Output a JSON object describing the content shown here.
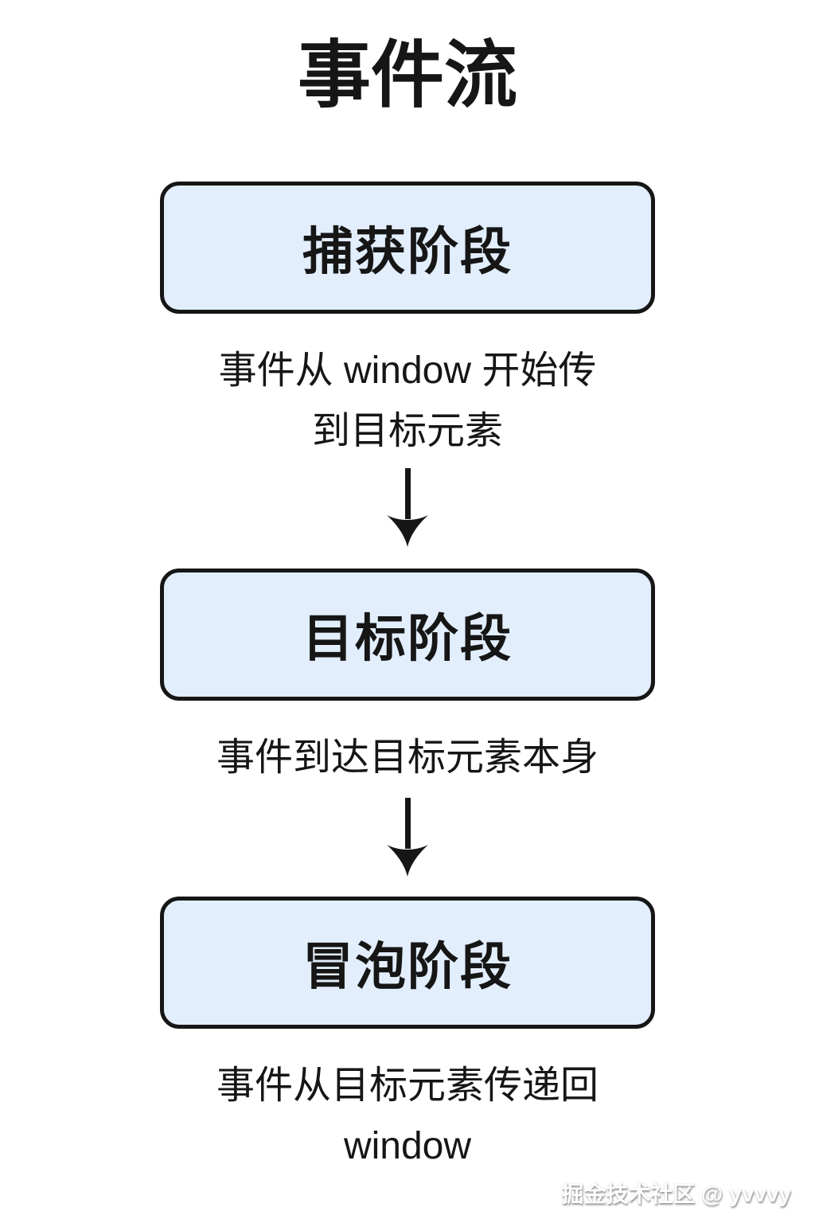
{
  "title": "事件流",
  "stages": [
    {
      "id": "capture",
      "label": "捕获阶段",
      "description": "事件从 window 开始传到目标元素",
      "desc_lines": [
        "事件从 window 开始传",
        "到目标元素"
      ]
    },
    {
      "id": "target",
      "label": "目标阶段",
      "description": "事件到达目标元素本身",
      "desc_lines": [
        "事件到达目标元素本身"
      ]
    },
    {
      "id": "bubble",
      "label": "冒泡阶段",
      "description": "事件从目标元素传递回 window",
      "desc_lines": [
        "事件从目标元素传递回",
        "window"
      ]
    }
  ],
  "watermark": "掘金技术社区 @ yvvvy",
  "colors": {
    "box_fill": "#e2eefb",
    "box_border": "#161616",
    "text": "#161616",
    "background": "#ffffff"
  }
}
